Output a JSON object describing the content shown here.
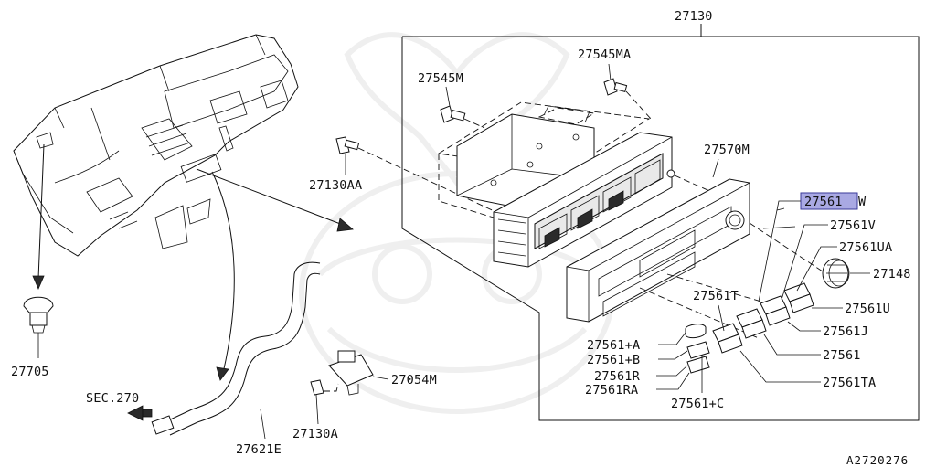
{
  "diagram": {
    "assembly_label": "27130",
    "reference_code": "A2720276",
    "highlighted_part": "27561",
    "labels": {
      "p27545M": "27545M",
      "p27545MA": "27545MA",
      "p27130AA": "27130AA",
      "p27570M": "27570M",
      "p27561W_num": "27561",
      "p27561W_suffix": "W",
      "p27561V": "27561V",
      "p27561UA": "27561UA",
      "p27148": "27148",
      "p27561U": "27561U",
      "p27561T": "27561T",
      "p27561J": "27561J",
      "p27561": "27561",
      "p27561TA": "27561TA",
      "p27561plusA": "27561+A",
      "p27561plusB": "27561+B",
      "p27561R": "27561R",
      "p27561RA": "27561RA",
      "p27561plusC": "27561+C",
      "p27705": "27705",
      "sec270": "SEC.270",
      "p27054M": "27054M",
      "p27130A": "27130A",
      "p27621E": "27621E"
    }
  }
}
